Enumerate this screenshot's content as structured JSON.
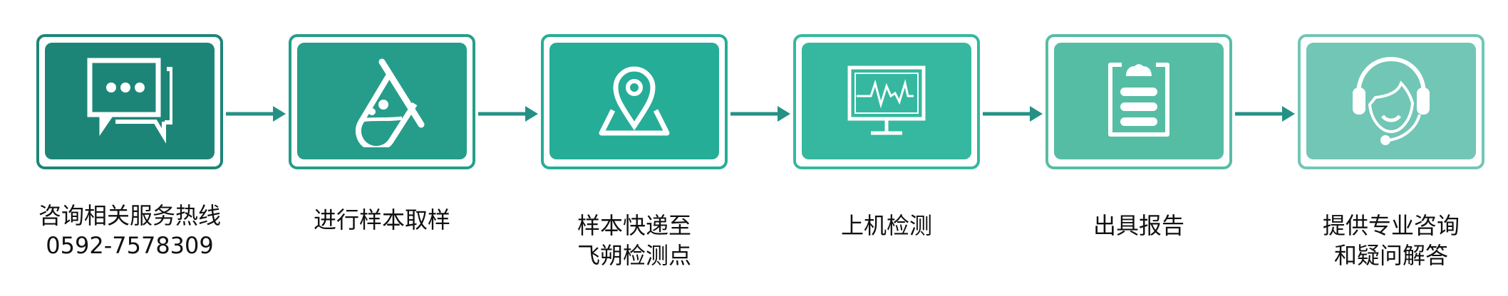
{
  "steps": [
    {
      "line1": "咨询相关服务热线",
      "line2": "0592-7578309",
      "icon": "chat-bubbles-icon",
      "color": "#1d8578"
    },
    {
      "line1": "进行样本取样",
      "line2": "",
      "icon": "test-tube-icon",
      "color": "#259d8a"
    },
    {
      "line1": "样本快递至",
      "line2": "飞朔检测点",
      "icon": "map-pin-icon",
      "color": "#25ad98"
    },
    {
      "line1": "上机检测",
      "line2": "",
      "icon": "monitor-waveform-icon",
      "color": "#35b89f"
    },
    {
      "line1": "出具报告",
      "line2": "",
      "icon": "clipboard-icon",
      "color": "#56bda5"
    },
    {
      "line1": "提供专业咨询",
      "line2": "和疑问解答",
      "icon": "headset-support-icon",
      "color": "#72c6b5"
    }
  ],
  "arrow_color": "#259185"
}
